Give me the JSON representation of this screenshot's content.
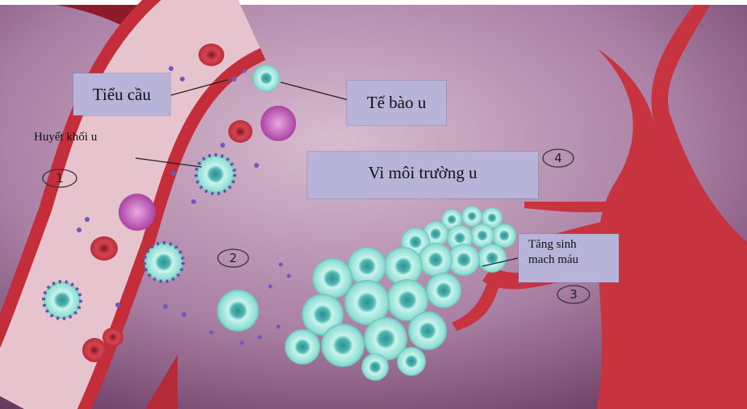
{
  "labels": {
    "platelet": "Tiểu cầu",
    "tumor_cell": "Tế bào u",
    "tumor_thrombus": "Huyết khối u",
    "microenvironment": "Vi môi trường u",
    "angiogenesis_line1": "Tăng sinh",
    "angiogenesis_line2": "mach máu"
  },
  "markers": [
    "1",
    "2",
    "3",
    "4"
  ],
  "colors": {
    "background_light": "#d6b8cf",
    "background_dark": "#5b2a52",
    "vessel": "#c42d3a",
    "plasma": "#e9c6cf",
    "red_cell": "#c9343f",
    "tumor_cell": "#9fe3d8",
    "tumor_nucleus": "#2f8f90",
    "platelet": "#6a5ac2",
    "white_cell": "#a5399c",
    "label_box": "#b8b3d8"
  }
}
